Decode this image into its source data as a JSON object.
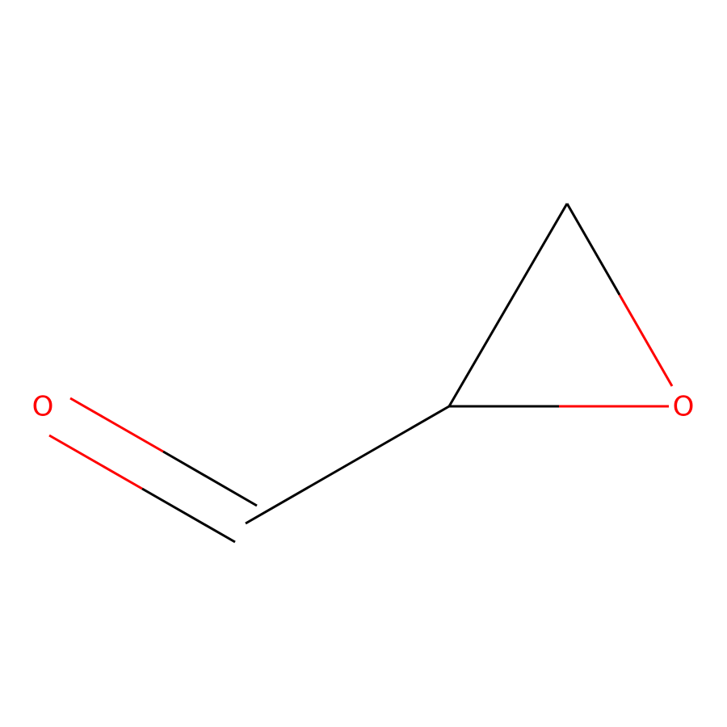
{
  "molecule": {
    "atoms": [
      {
        "id": "O1",
        "element": "O",
        "label": "O"
      },
      {
        "id": "C1",
        "element": "C",
        "label": ""
      },
      {
        "id": "C2",
        "element": "C",
        "label": ""
      },
      {
        "id": "C3",
        "element": "C",
        "label": ""
      },
      {
        "id": "O2",
        "element": "O",
        "label": "O"
      }
    ],
    "bonds": [
      {
        "from": "O1",
        "to": "C1",
        "order": 2
      },
      {
        "from": "C1",
        "to": "C2",
        "order": 1
      },
      {
        "from": "C2",
        "to": "C3",
        "order": 1
      },
      {
        "from": "C3",
        "to": "O2",
        "order": 1
      },
      {
        "from": "C2",
        "to": "O2",
        "order": 1
      }
    ]
  },
  "colors": {
    "carbon": "#000000",
    "oxygen": "#ff0000",
    "background": "#ffffff"
  }
}
